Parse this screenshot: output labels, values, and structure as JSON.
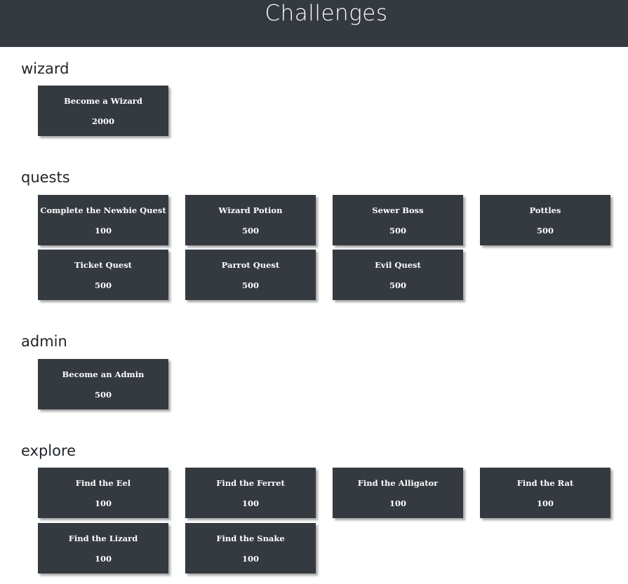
{
  "header": {
    "title": "Challenges"
  },
  "categories": {
    "wizard": {
      "name": "wizard",
      "challenges": [
        {
          "name": "Become a Wizard",
          "value": "2000"
        }
      ]
    },
    "quests": {
      "name": "quests",
      "challenges": [
        {
          "name": "Complete the Newbie Quest",
          "value": "100"
        },
        {
          "name": "Wizard Potion",
          "value": "500"
        },
        {
          "name": "Sewer Boss",
          "value": "500"
        },
        {
          "name": "Pottles",
          "value": "500"
        },
        {
          "name": "Ticket Quest",
          "value": "500"
        },
        {
          "name": "Parrot Quest",
          "value": "500"
        },
        {
          "name": "Evil Quest",
          "value": "500"
        }
      ]
    },
    "admin": {
      "name": "admin",
      "challenges": [
        {
          "name": "Become an Admin",
          "value": "500"
        }
      ]
    },
    "explore": {
      "name": "explore",
      "challenges": [
        {
          "name": "Find the Eel",
          "value": "100"
        },
        {
          "name": "Find the Ferret",
          "value": "100"
        },
        {
          "name": "Find the Alligator",
          "value": "100"
        },
        {
          "name": "Find the Rat",
          "value": "100"
        },
        {
          "name": "Find the Lizard",
          "value": "100"
        },
        {
          "name": "Find the Snake",
          "value": "100"
        }
      ]
    }
  },
  "colors": {
    "header_bg": "#343a40",
    "card_bg": "#343a40",
    "card_text": "#ffffff",
    "page_bg": "#ffffff"
  }
}
